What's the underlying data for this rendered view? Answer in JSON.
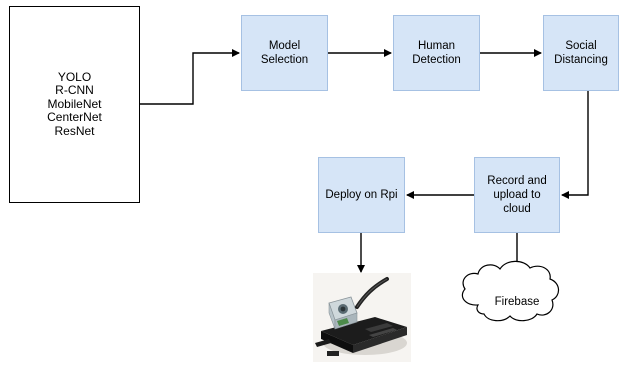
{
  "models": {
    "items": [
      "YOLO",
      "R-CNN",
      "MobileNet",
      "CenterNet",
      "ResNet"
    ]
  },
  "steps": {
    "model_selection": [
      "Model",
      "Selection"
    ],
    "human_detection": [
      "Human",
      "Detection"
    ],
    "social_distancing": [
      "Social",
      "Distancing"
    ],
    "record_upload": [
      "Record and",
      "upload to",
      "cloud"
    ],
    "deploy": [
      "Deploy on Rpi"
    ]
  },
  "cloud": {
    "label": "Firebase"
  },
  "colors": {
    "box_fill": "#d6e5f7",
    "box_border": "#a6c1e3",
    "arrow": "#000000"
  }
}
